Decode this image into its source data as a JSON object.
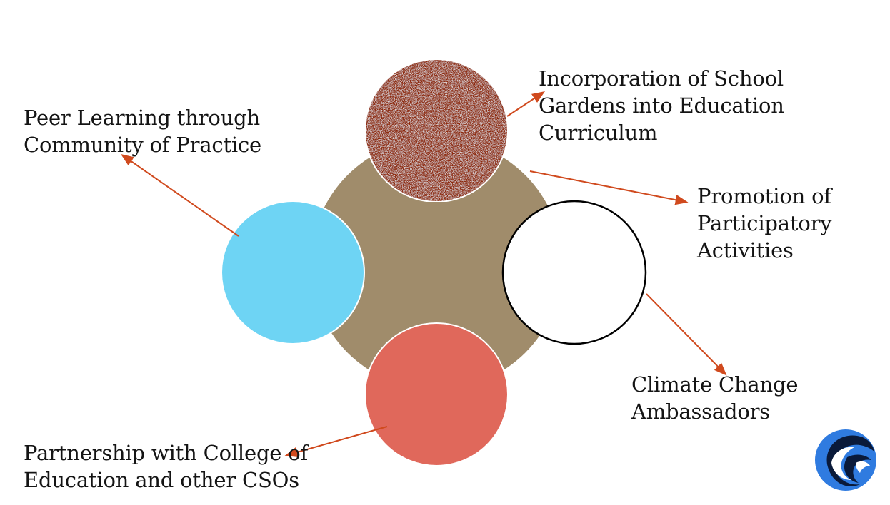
{
  "colors": {
    "center": "#A08C6B",
    "top": "#8E2A10",
    "left": "#6ED4F4",
    "right": "#FFFFFF",
    "bottom": "#E0685B",
    "arrow": "#D04A1E",
    "logo": "#2F7BE0"
  },
  "labels": {
    "top_right": [
      "Incorporation of School",
      "Gardens into Education",
      "Curriculum"
    ],
    "top_left": [
      "Peer Learning through",
      "Community of Practice"
    ],
    "right": [
      "Promotion of",
      "Participatory",
      "Activities"
    ],
    "bottom_right": [
      "Climate Change",
      "Ambassadors"
    ],
    "bottom_left": [
      "Partnership with College of",
      "Education and other CSOs"
    ]
  },
  "logo_icon": "organization-logo-icon"
}
